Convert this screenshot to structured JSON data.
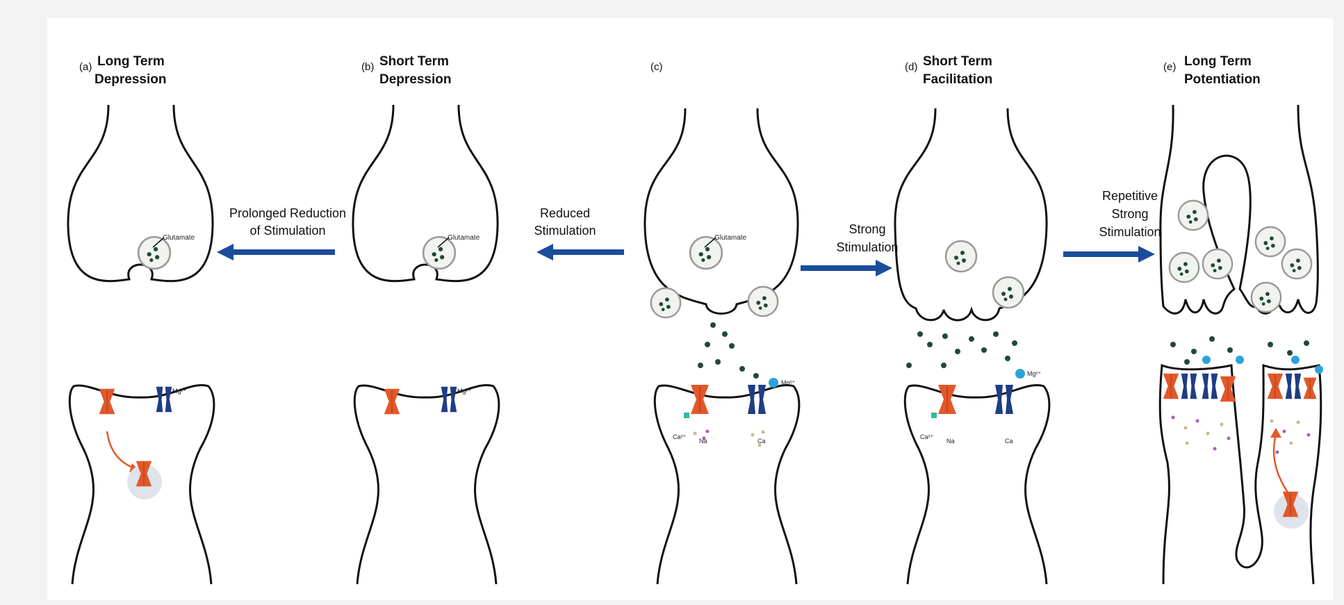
{
  "panels": [
    {
      "letter": "(a)",
      "title_line1": "Long Term",
      "title_line2": "Depression",
      "vesicle_label": "Glutamate",
      "mg_label": "Mg²⁺"
    },
    {
      "letter": "(b)",
      "title_line1": "Short Term",
      "title_line2": "Depression",
      "vesicle_label": "Glutamate",
      "mg_label": "Mg²⁺"
    },
    {
      "letter": "(c)",
      "title_line1": "",
      "title_line2": "",
      "vesicle_label": "Glutamate",
      "mg_label": "Mg²⁺",
      "ion_labels": [
        "Ca²⁺",
        "Na",
        "Ca"
      ]
    },
    {
      "letter": "(d)",
      "title_line1": "Short Term",
      "title_line2": "Facilitation",
      "mg_label": "Mg²⁺",
      "ion_labels": [
        "Ca²⁺",
        "Na",
        "Ca"
      ]
    },
    {
      "letter": "(e)",
      "title_line1": "Long Term",
      "title_line2": "Potentiation"
    }
  ],
  "arrows": [
    {
      "direction": "left",
      "line1": "Prolonged Reduction",
      "line2": "of Stimulation",
      "line3": ""
    },
    {
      "direction": "left",
      "line1": "Reduced",
      "line2": "Stimulation",
      "line3": ""
    },
    {
      "direction": "right",
      "line1": "Strong",
      "line2": "Stimulation",
      "line3": ""
    },
    {
      "direction": "right",
      "line1": "Repetitive",
      "line2": "Strong",
      "line3": "Stimulation"
    }
  ],
  "colors": {
    "ampa_receptor": "#e2582a",
    "nmda_receptor": "#1f3d86",
    "arrow": "#1c4c9c",
    "glutamate": "#1f4a33",
    "mg_ion": "#2aa3d8",
    "calcium": "#c9b98a",
    "sodium": "#b05ac2"
  }
}
